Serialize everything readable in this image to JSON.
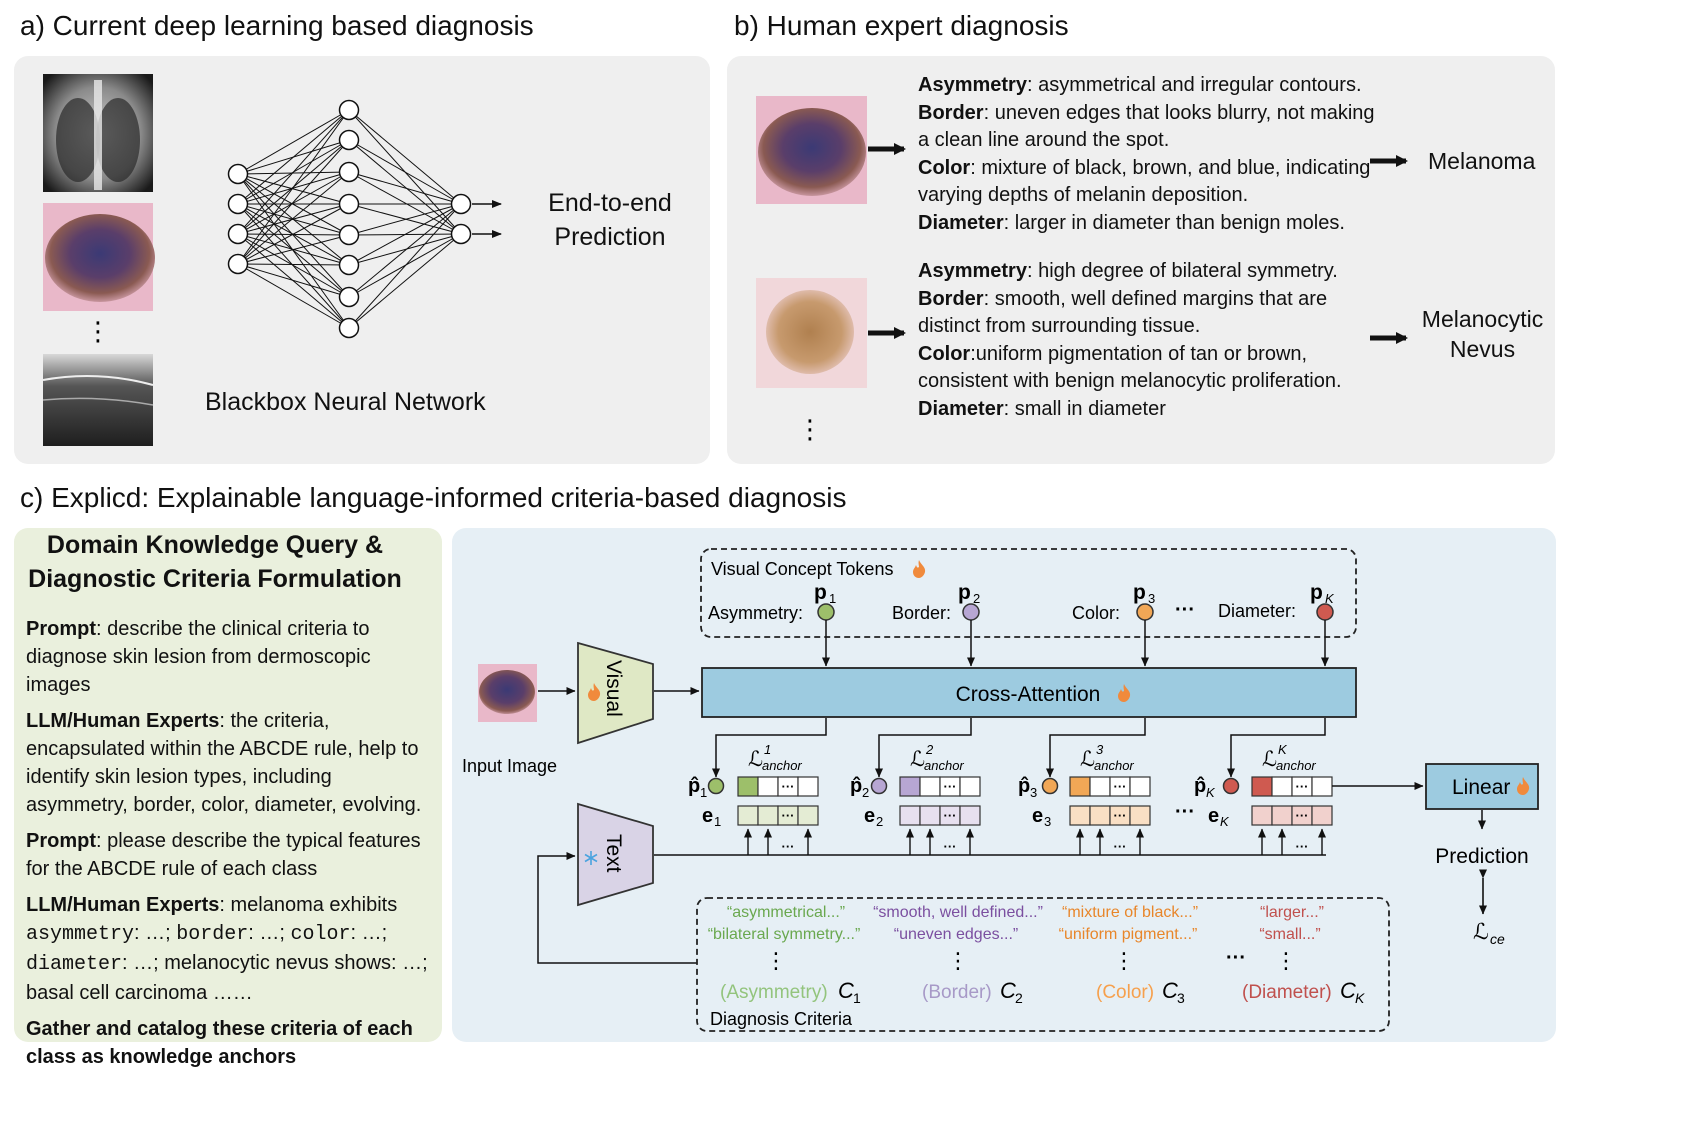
{
  "section_a": {
    "title": "a) Current deep learning based diagnosis",
    "output_label_line1": "End-to-end",
    "output_label_line2": "Prediction",
    "network_label": "Blackbox Neural Network",
    "ellipsis": "⋮",
    "icons": [
      "chest-xray-image",
      "skin-lesion-image",
      "ultrasound-image"
    ]
  },
  "section_b": {
    "title": "b) Human expert diagnosis",
    "melanoma": {
      "criteria": [
        {
          "name": "Asymmetry",
          "text": ": asymmetrical and irregular contours."
        },
        {
          "name": "Border",
          "text": ": uneven edges that looks blurry, not making"
        },
        {
          "name": "",
          "text": "a clean line around the spot."
        },
        {
          "name": "Color",
          "text": ": mixture of black, brown, and blue, indicating"
        },
        {
          "name": "",
          "text": "varying depths of melanin deposition."
        },
        {
          "name": "Diameter",
          "text": ": larger in diameter than benign moles."
        }
      ],
      "label": "Melanoma"
    },
    "nevus": {
      "criteria": [
        {
          "name": "Asymmetry",
          "text": ": high degree of bilateral symmetry."
        },
        {
          "name": "Border",
          "text": ": smooth, well defined margins that are"
        },
        {
          "name": "",
          "text": "distinct from surrounding tissue."
        },
        {
          "name": "Color",
          "text": ":uniform pigmentation of tan or brown,"
        },
        {
          "name": "",
          "text": "consistent with benign melanocytic proliferation."
        },
        {
          "name": "Diameter",
          "text": ": small in diameter"
        }
      ],
      "label_line1": "Melanocytic",
      "label_line2": "Nevus"
    },
    "ellipsis": "⋮"
  },
  "section_c": {
    "title": "c) Explicd: Explainable language-informed criteria-based diagnosis",
    "left": {
      "title_line1": "Domain Knowledge Query &",
      "title_line2": "Diagnostic Criteria Formulation",
      "p1_label": "Prompt",
      "p1_text": ": describe the clinical criteria to diagnose skin lesion from dermoscopic images",
      "p2_label": "LLM/Human Experts",
      "p2_text": ": the criteria, encapsulated within the ABCDE rule, help to identify skin lesion types, including asymmetry, border, color, diameter, evolving.",
      "p3_label": "Prompt",
      "p3_text": ": please describe the typical features for the ABCDE rule of each class",
      "p4_label": "LLM/Human Experts",
      "p4_a": ": melanoma exhibits",
      "p4_m1": "asymmetry",
      "p4_b": ": …; ",
      "p4_m2": "border",
      "p4_c": ": …; ",
      "p4_m3": "color",
      "p4_d": ": …;",
      "p4_m4": "diameter",
      "p4_e": ": …;  melanocytic nevus shows: …; basal cell carcinoma ……",
      "p5": "Gather and catalog these criteria of each class as knowledge anchors"
    },
    "diagram": {
      "visual_concept_tokens": "Visual Concept Tokens",
      "tokens": [
        {
          "name": "Asymmetry:",
          "symbol": "p",
          "sub": "1",
          "color": "#9dbf6a"
        },
        {
          "name": "Border:",
          "symbol": "p",
          "sub": "2",
          "color": "#b7a6d3"
        },
        {
          "name": "Color:",
          "symbol": "p",
          "sub": "3",
          "color": "#f1a756"
        },
        {
          "name": "Diameter:",
          "symbol": "p",
          "sub": "K",
          "color": "#cf5a50"
        }
      ],
      "dots": "···",
      "visual_encoder": "Visual",
      "text_encoder": "Text",
      "cross_attention": "Cross-Attention",
      "input_image": "Input Image",
      "linear": "Linear",
      "prediction": "Prediction",
      "loss_ce": "ce",
      "anchor_sub": "anchor",
      "anchor_sups": [
        "1",
        "2",
        "3",
        "K"
      ],
      "e_labels": [
        "1",
        "2",
        "3",
        "K"
      ],
      "p_hat_labels": [
        "1",
        "2",
        "3",
        "K"
      ],
      "criteria_box_label": "Diagnosis Criteria",
      "criteria_quotes": [
        {
          "line1": "“asymmetrical...”",
          "line2": "“bilateral symmetry...”",
          "color": "#6aa84f"
        },
        {
          "line1": "“smooth, well defined...”",
          "line2": "“uneven edges...”",
          "color": "#7b4fa0"
        },
        {
          "line1": "“mixture of black...”",
          "line2": "“uniform pigment...”",
          "color": "#e8862a"
        },
        {
          "line1": "“larger...”",
          "line2": "“small...”",
          "color": "#c0504d"
        }
      ],
      "criteria_names": [
        {
          "name": "(Asymmetry)",
          "sym": "1",
          "color": "#93c47d"
        },
        {
          "name": "(Border)",
          "sym": "2",
          "color": "#a799c7"
        },
        {
          "name": "(Color)",
          "sym": "3",
          "color": "#f6a04d"
        },
        {
          "name": "(Diameter)",
          "sym": "K",
          "color": "#c0504d"
        }
      ],
      "icons": [
        "fire-icon",
        "snowflake-icon"
      ],
      "colors": {
        "cross_attention": "#9dcbe0",
        "linear": "#9dcbe0",
        "visual_encoder": "#dfe8c5",
        "text_encoder": "#d9d3e6"
      }
    }
  }
}
